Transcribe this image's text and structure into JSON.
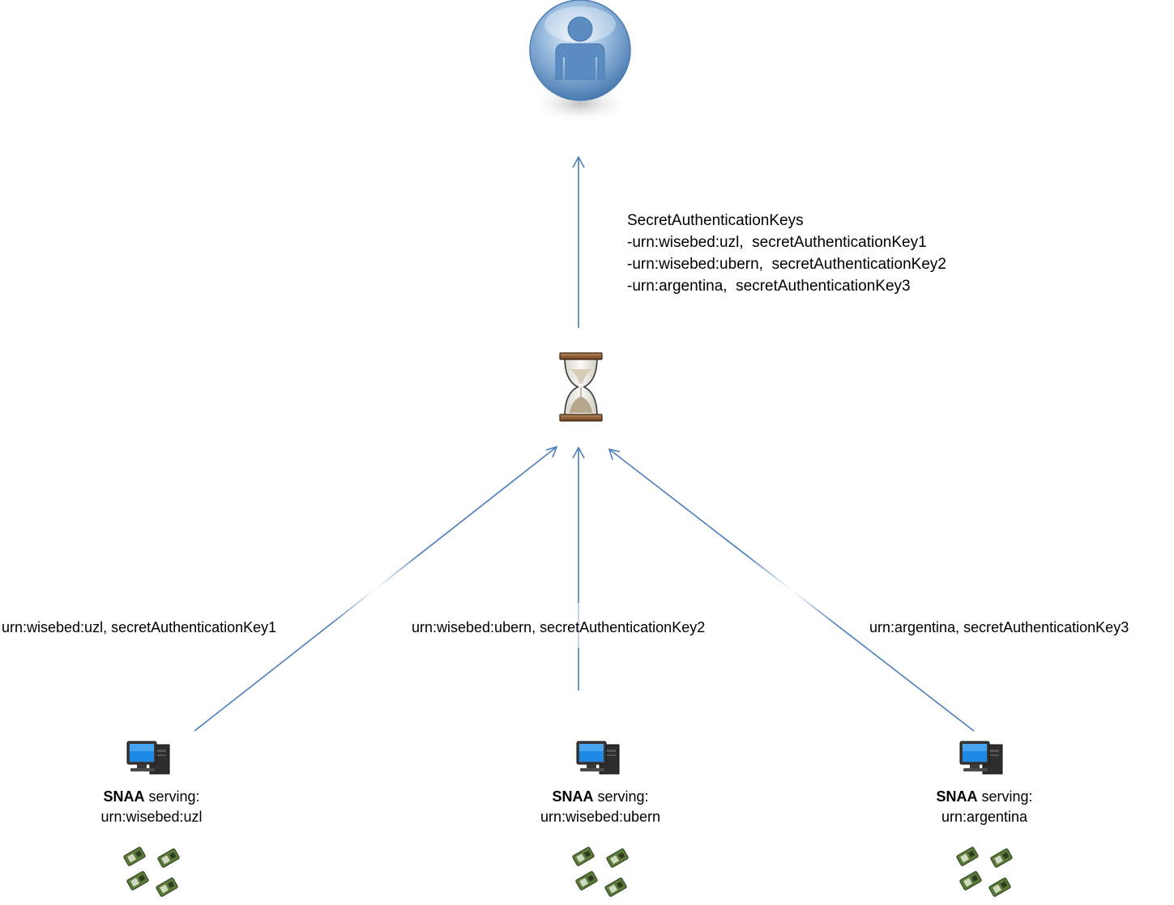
{
  "user": {
    "icon": "user-icon"
  },
  "aggregator": {
    "icon": "hourglass-icon"
  },
  "secret_keys_block": {
    "title": "SecretAuthenticationKeys",
    "lines": [
      "-urn:wisebed:uzl,  secretAuthenticationKey1",
      "-urn:wisebed:ubern,  secretAuthenticationKey2",
      "-urn:argentina,  secretAuthenticationKey3"
    ]
  },
  "edges": [
    {
      "label": "urn:wisebed:uzl, secretAuthenticationKey1"
    },
    {
      "label": "urn:wisebed:ubern, secretAuthenticationKey2"
    },
    {
      "label": "urn:argentina, secretAuthenticationKey3"
    }
  ],
  "snaa_nodes": [
    {
      "bold": "SNAA",
      "rest": " serving:",
      "urn": "urn:wisebed:uzl",
      "icon": "computer-icon",
      "sensors_icon": "sensor-nodes-icon"
    },
    {
      "bold": "SNAA",
      "rest": " serving:",
      "urn": "urn:wisebed:ubern",
      "icon": "computer-icon",
      "sensors_icon": "sensor-nodes-icon"
    },
    {
      "bold": "SNAA",
      "rest": " serving:",
      "urn": "urn:argentina",
      "icon": "computer-icon",
      "sensors_icon": "sensor-nodes-icon"
    }
  ],
  "colors": {
    "arrow": "#4a7ebb",
    "user_sphere": "#5b8ec4",
    "hourglass_frame": "#8a5a2b"
  }
}
